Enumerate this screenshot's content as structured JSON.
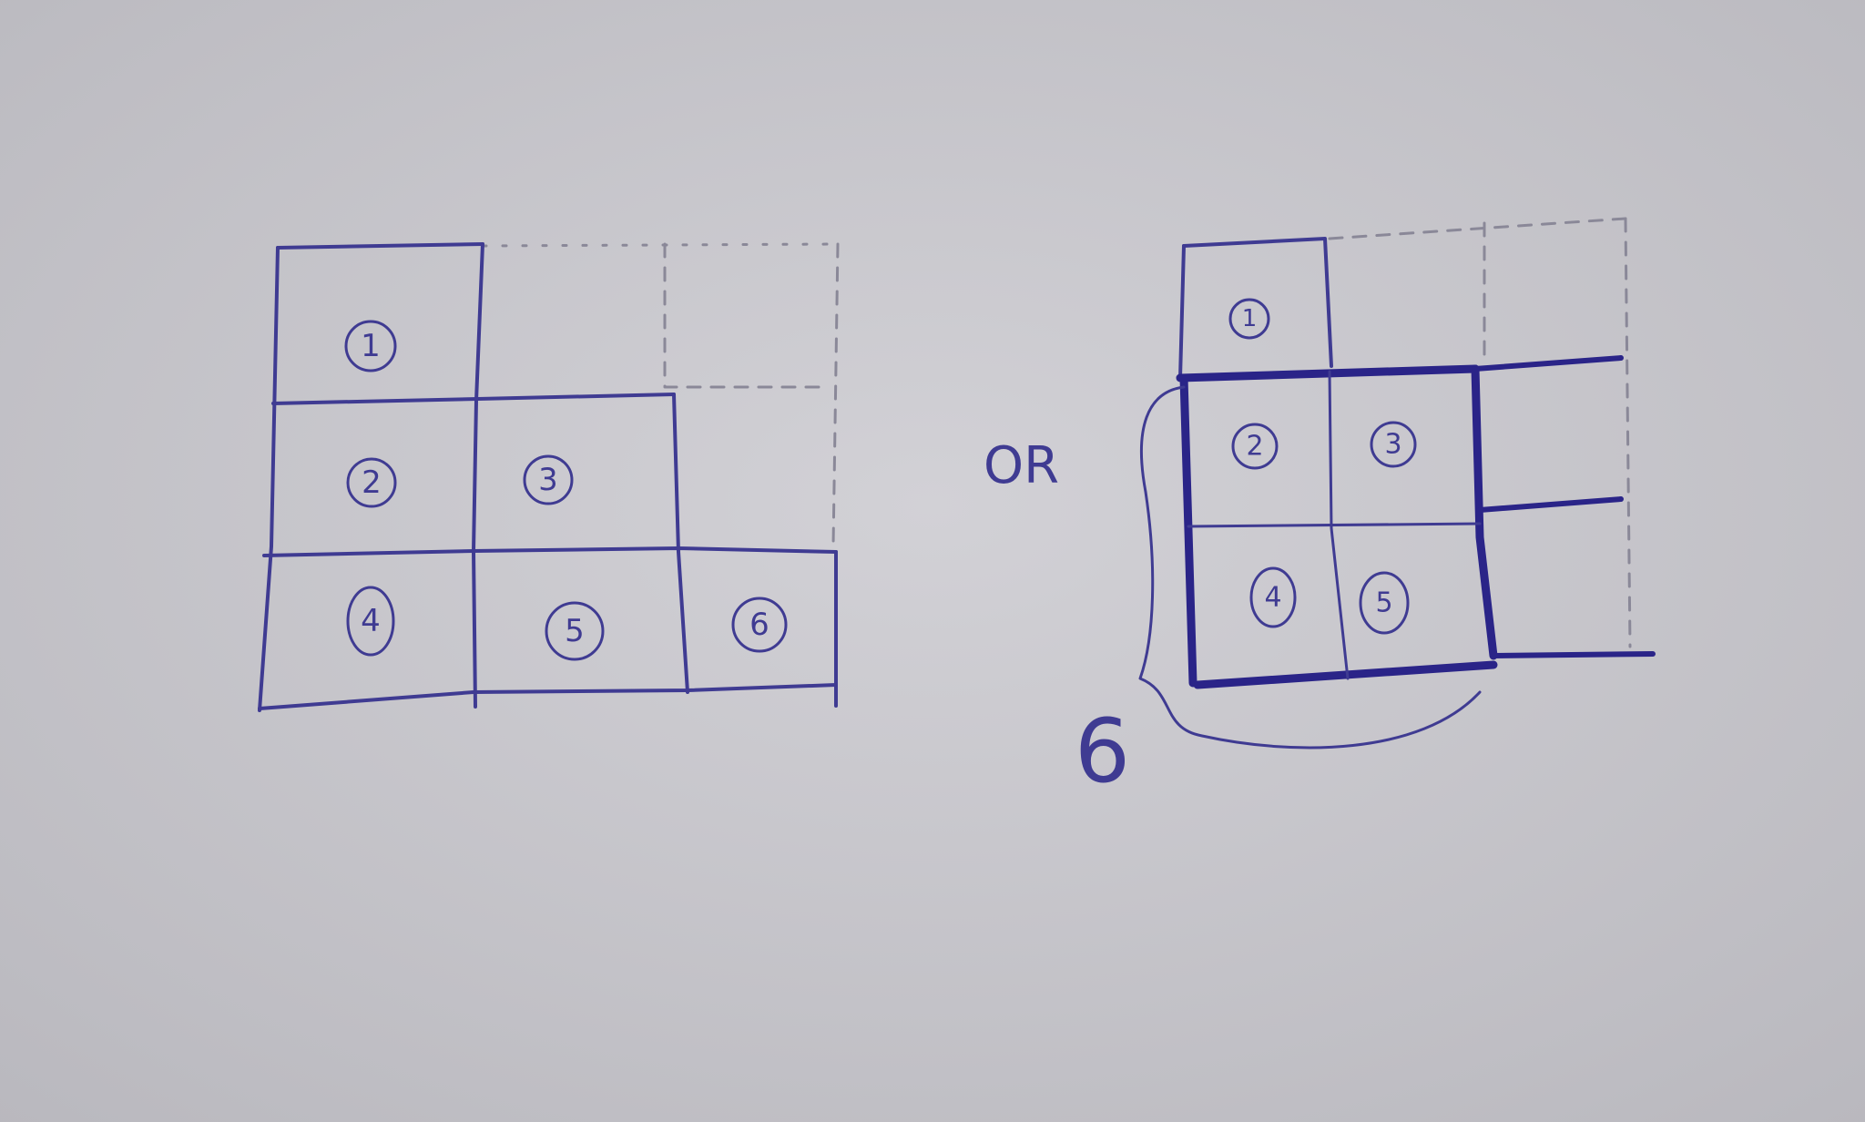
{
  "colors": {
    "paper": "#c9c8cd",
    "ink": "#3f3b92",
    "ink_dark": "#2a2488",
    "pencil": "#8a8898"
  },
  "left_figure": {
    "cells": [
      {
        "id": "1",
        "label": "1"
      },
      {
        "id": "2",
        "label": "2"
      },
      {
        "id": "3",
        "label": "3"
      },
      {
        "id": "4",
        "label": "4"
      },
      {
        "id": "5",
        "label": "5"
      },
      {
        "id": "6",
        "label": "6"
      }
    ]
  },
  "separator": "OR",
  "right_figure": {
    "cells": [
      {
        "id": "1",
        "label": "1"
      },
      {
        "id": "2",
        "label": "2"
      },
      {
        "id": "3",
        "label": "3"
      },
      {
        "id": "4",
        "label": "4"
      },
      {
        "id": "5",
        "label": "5"
      }
    ],
    "brace_label": "6"
  }
}
